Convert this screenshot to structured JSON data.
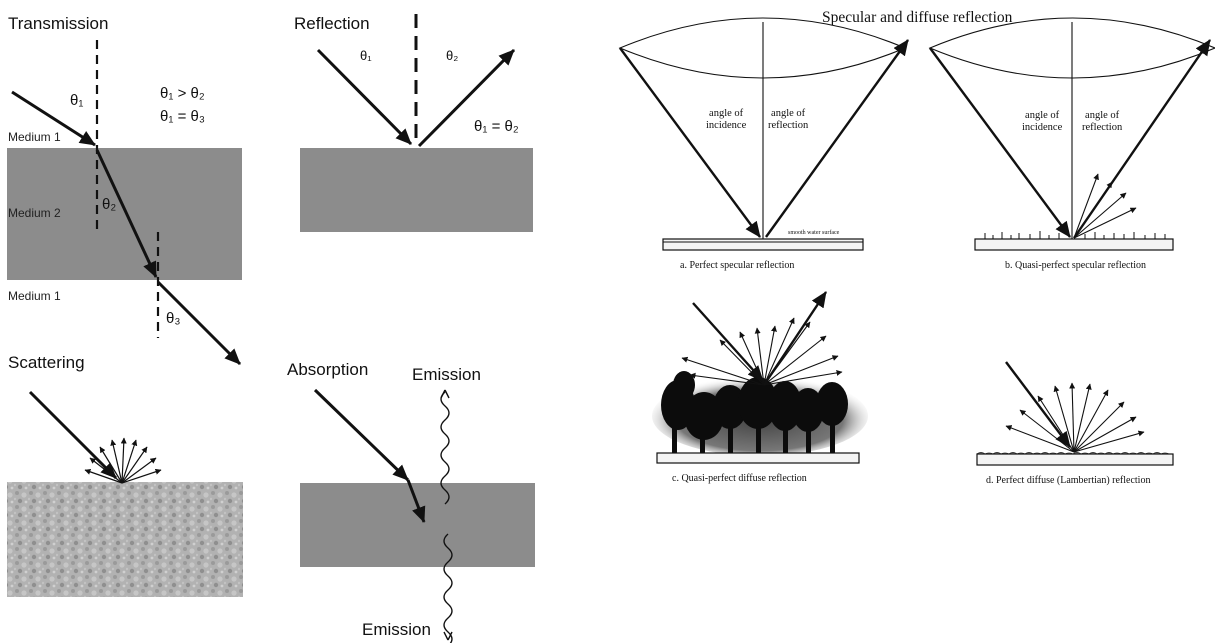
{
  "left": {
    "transmission": {
      "heading": "Transmission",
      "theta1": "θ₁",
      "relation1": "θ₁ > θ₂",
      "relation2": "θ₁ = θ₃",
      "medium_top": "Medium 1",
      "medium_middle": "Medium 2",
      "theta2": "θ₂",
      "medium_bottom": "Medium 1",
      "theta3": "θ₃"
    },
    "reflection": {
      "heading": "Reflection",
      "theta1": "θ₁",
      "theta2": "θ₂",
      "relation": "θ₁ = θ₂"
    },
    "scattering": {
      "heading": "Scattering"
    },
    "absorption": {
      "heading": "Absorption",
      "emission_top": "Emission",
      "emission_bottom": "Emission"
    }
  },
  "right": {
    "title": "Specular and diffuse reflection",
    "panel_a": {
      "angle_incidence": "angle of incidence",
      "angle_reflection": "angle of reflection",
      "surface_label": "smooth water surface",
      "caption": "a. Perfect specular reflection"
    },
    "panel_b": {
      "angle_incidence": "angle of incidence",
      "angle_reflection": "angle of reflection",
      "caption": "b. Quasi-perfect specular reflection"
    },
    "panel_c": {
      "caption": "c. Quasi-perfect diffuse reflection"
    },
    "panel_d": {
      "caption": "d. Perfect diffuse (Lambertian) reflection"
    }
  }
}
